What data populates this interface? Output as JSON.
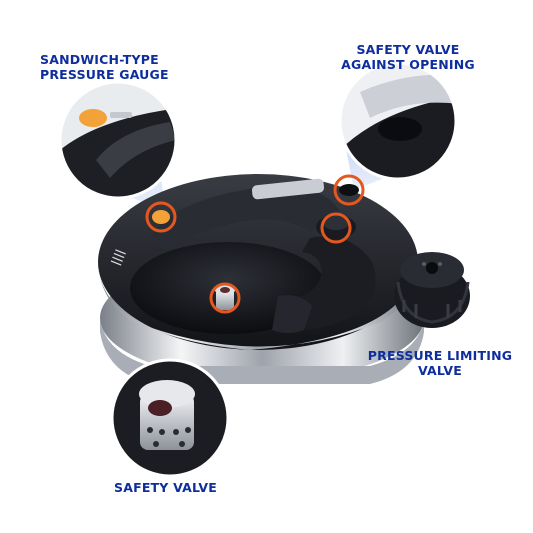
{
  "colors": {
    "label_text": "#0e2e9e",
    "callout_ring": "#e4581f",
    "beam": "#8fb0ee",
    "lid_black": "#1b1c22",
    "steel": "#c9cdd3"
  },
  "callouts": {
    "pressure_gauge": {
      "line1": "SANDWICH-TYPE",
      "line2": "PRESSURE GAUGE"
    },
    "safety_valve_opening": {
      "line1": "SAFETY VALVE",
      "line2": "AGAINST OPENING"
    },
    "pressure_limiting_valve": {
      "line1": "PRESSURE LIMITING",
      "line2": "VALVE"
    },
    "safety_valve": {
      "line1": "SAFETY VALVE"
    }
  }
}
